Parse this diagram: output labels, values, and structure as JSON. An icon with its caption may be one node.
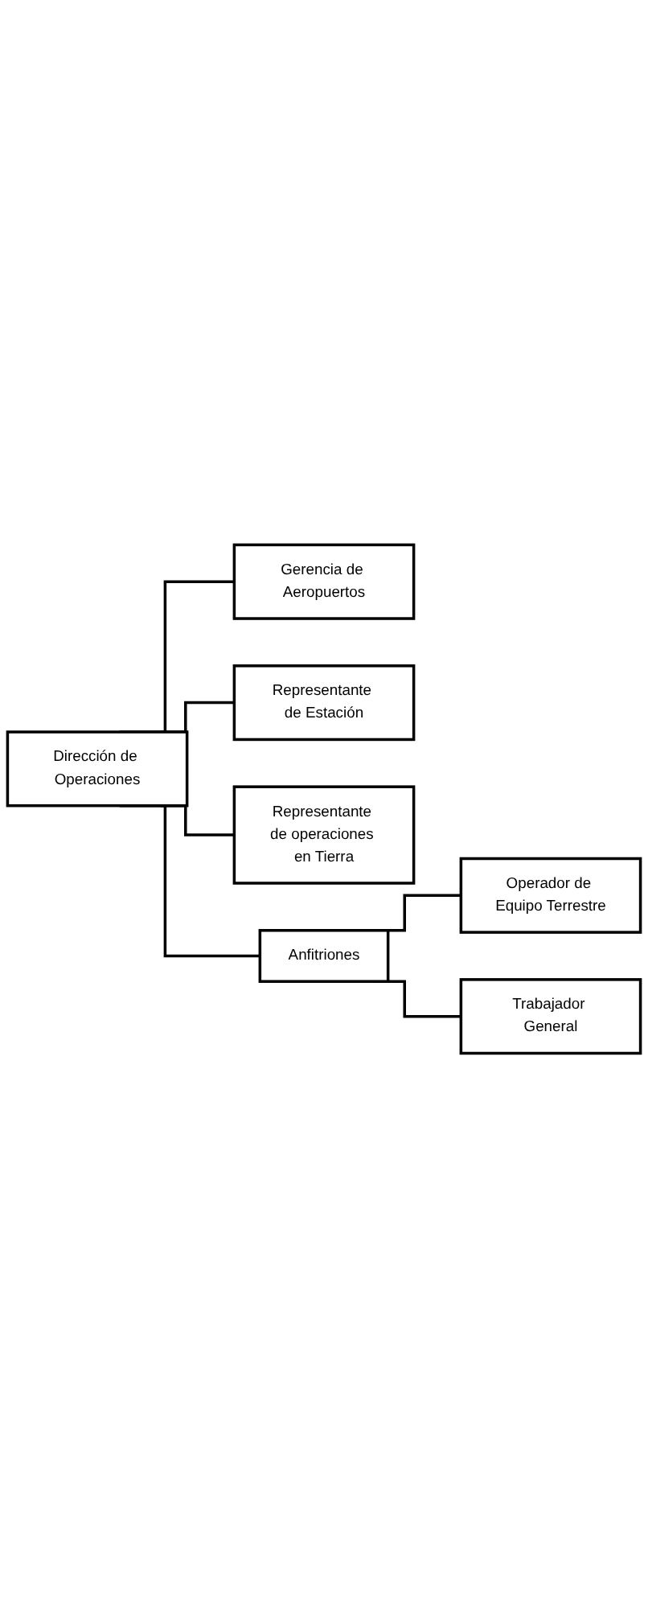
{
  "diagram": {
    "nodes": [
      {
        "text": [
          "Dirección de Operaciones"
        ]
      },
      {
        "text": [
          "Gerencia de Aeropuertos"
        ]
      },
      {
        "text": [
          "Representante de Estación"
        ]
      },
      {
        "text": [
          "Representante de operaciones en Tierra"
        ]
      },
      {
        "text": [
          "Anfitriones"
        ]
      },
      {
        "text": [
          "Operador de Equipo Terrestre"
        ]
      },
      {
        "text": [
          "Trabajador General"
        ]
      }
    ],
    "edges": [
      {
        "from": 0,
        "to": 1,
        "arrow": "none"
      },
      {
        "from": 0,
        "to": 2,
        "arrow": "none"
      },
      {
        "from": 0,
        "to": 3,
        "arrow": "none"
      },
      {
        "from": 0,
        "to": 4,
        "arrow": "none"
      },
      {
        "from": 4,
        "to": 5,
        "arrow": "none"
      },
      {
        "from": 4,
        "to": 6,
        "arrow": "none"
      }
    ]
  }
}
